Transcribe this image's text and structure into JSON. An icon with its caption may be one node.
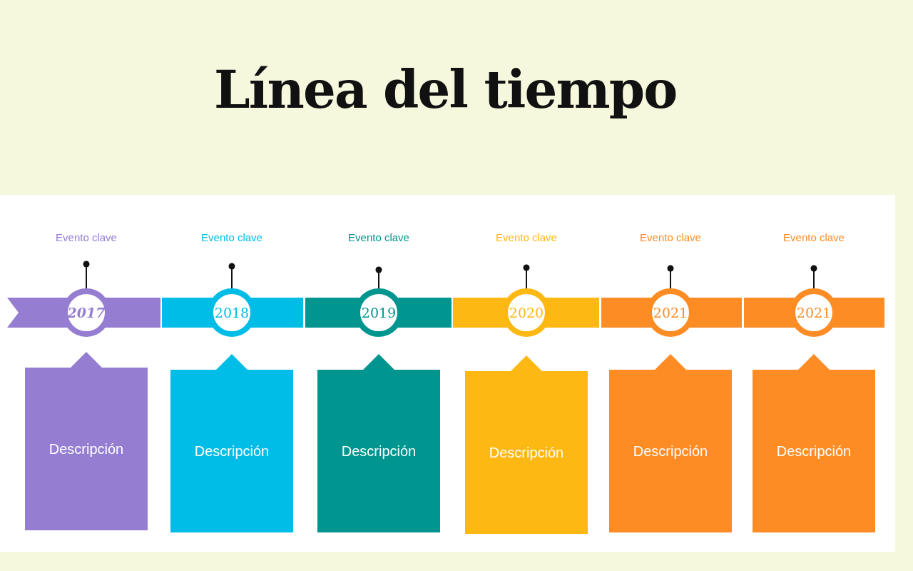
{
  "diagram": {
    "title": "Línea del tiempo",
    "nodes": [
      {
        "text": [
          "2017"
        ]
      },
      {
        "text": [
          "Descripción"
        ]
      },
      {
        "text": [
          "2018"
        ]
      },
      {
        "text": [
          "Descripción"
        ]
      },
      {
        "text": [
          "2019"
        ]
      },
      {
        "text": [
          "Descripción"
        ]
      },
      {
        "text": [
          "2020"
        ]
      },
      {
        "text": [
          "Descripción"
        ]
      },
      {
        "text": [
          "2021"
        ]
      },
      {
        "text": [
          "Descripción"
        ]
      },
      {
        "text": [
          "2021"
        ]
      },
      {
        "text": [
          "Descripción"
        ]
      }
    ],
    "labels": [
      "Evento clave",
      "Evento clave",
      "Evento clave",
      "Evento clave",
      "Evento clave",
      "Evento clave"
    ]
  }
}
